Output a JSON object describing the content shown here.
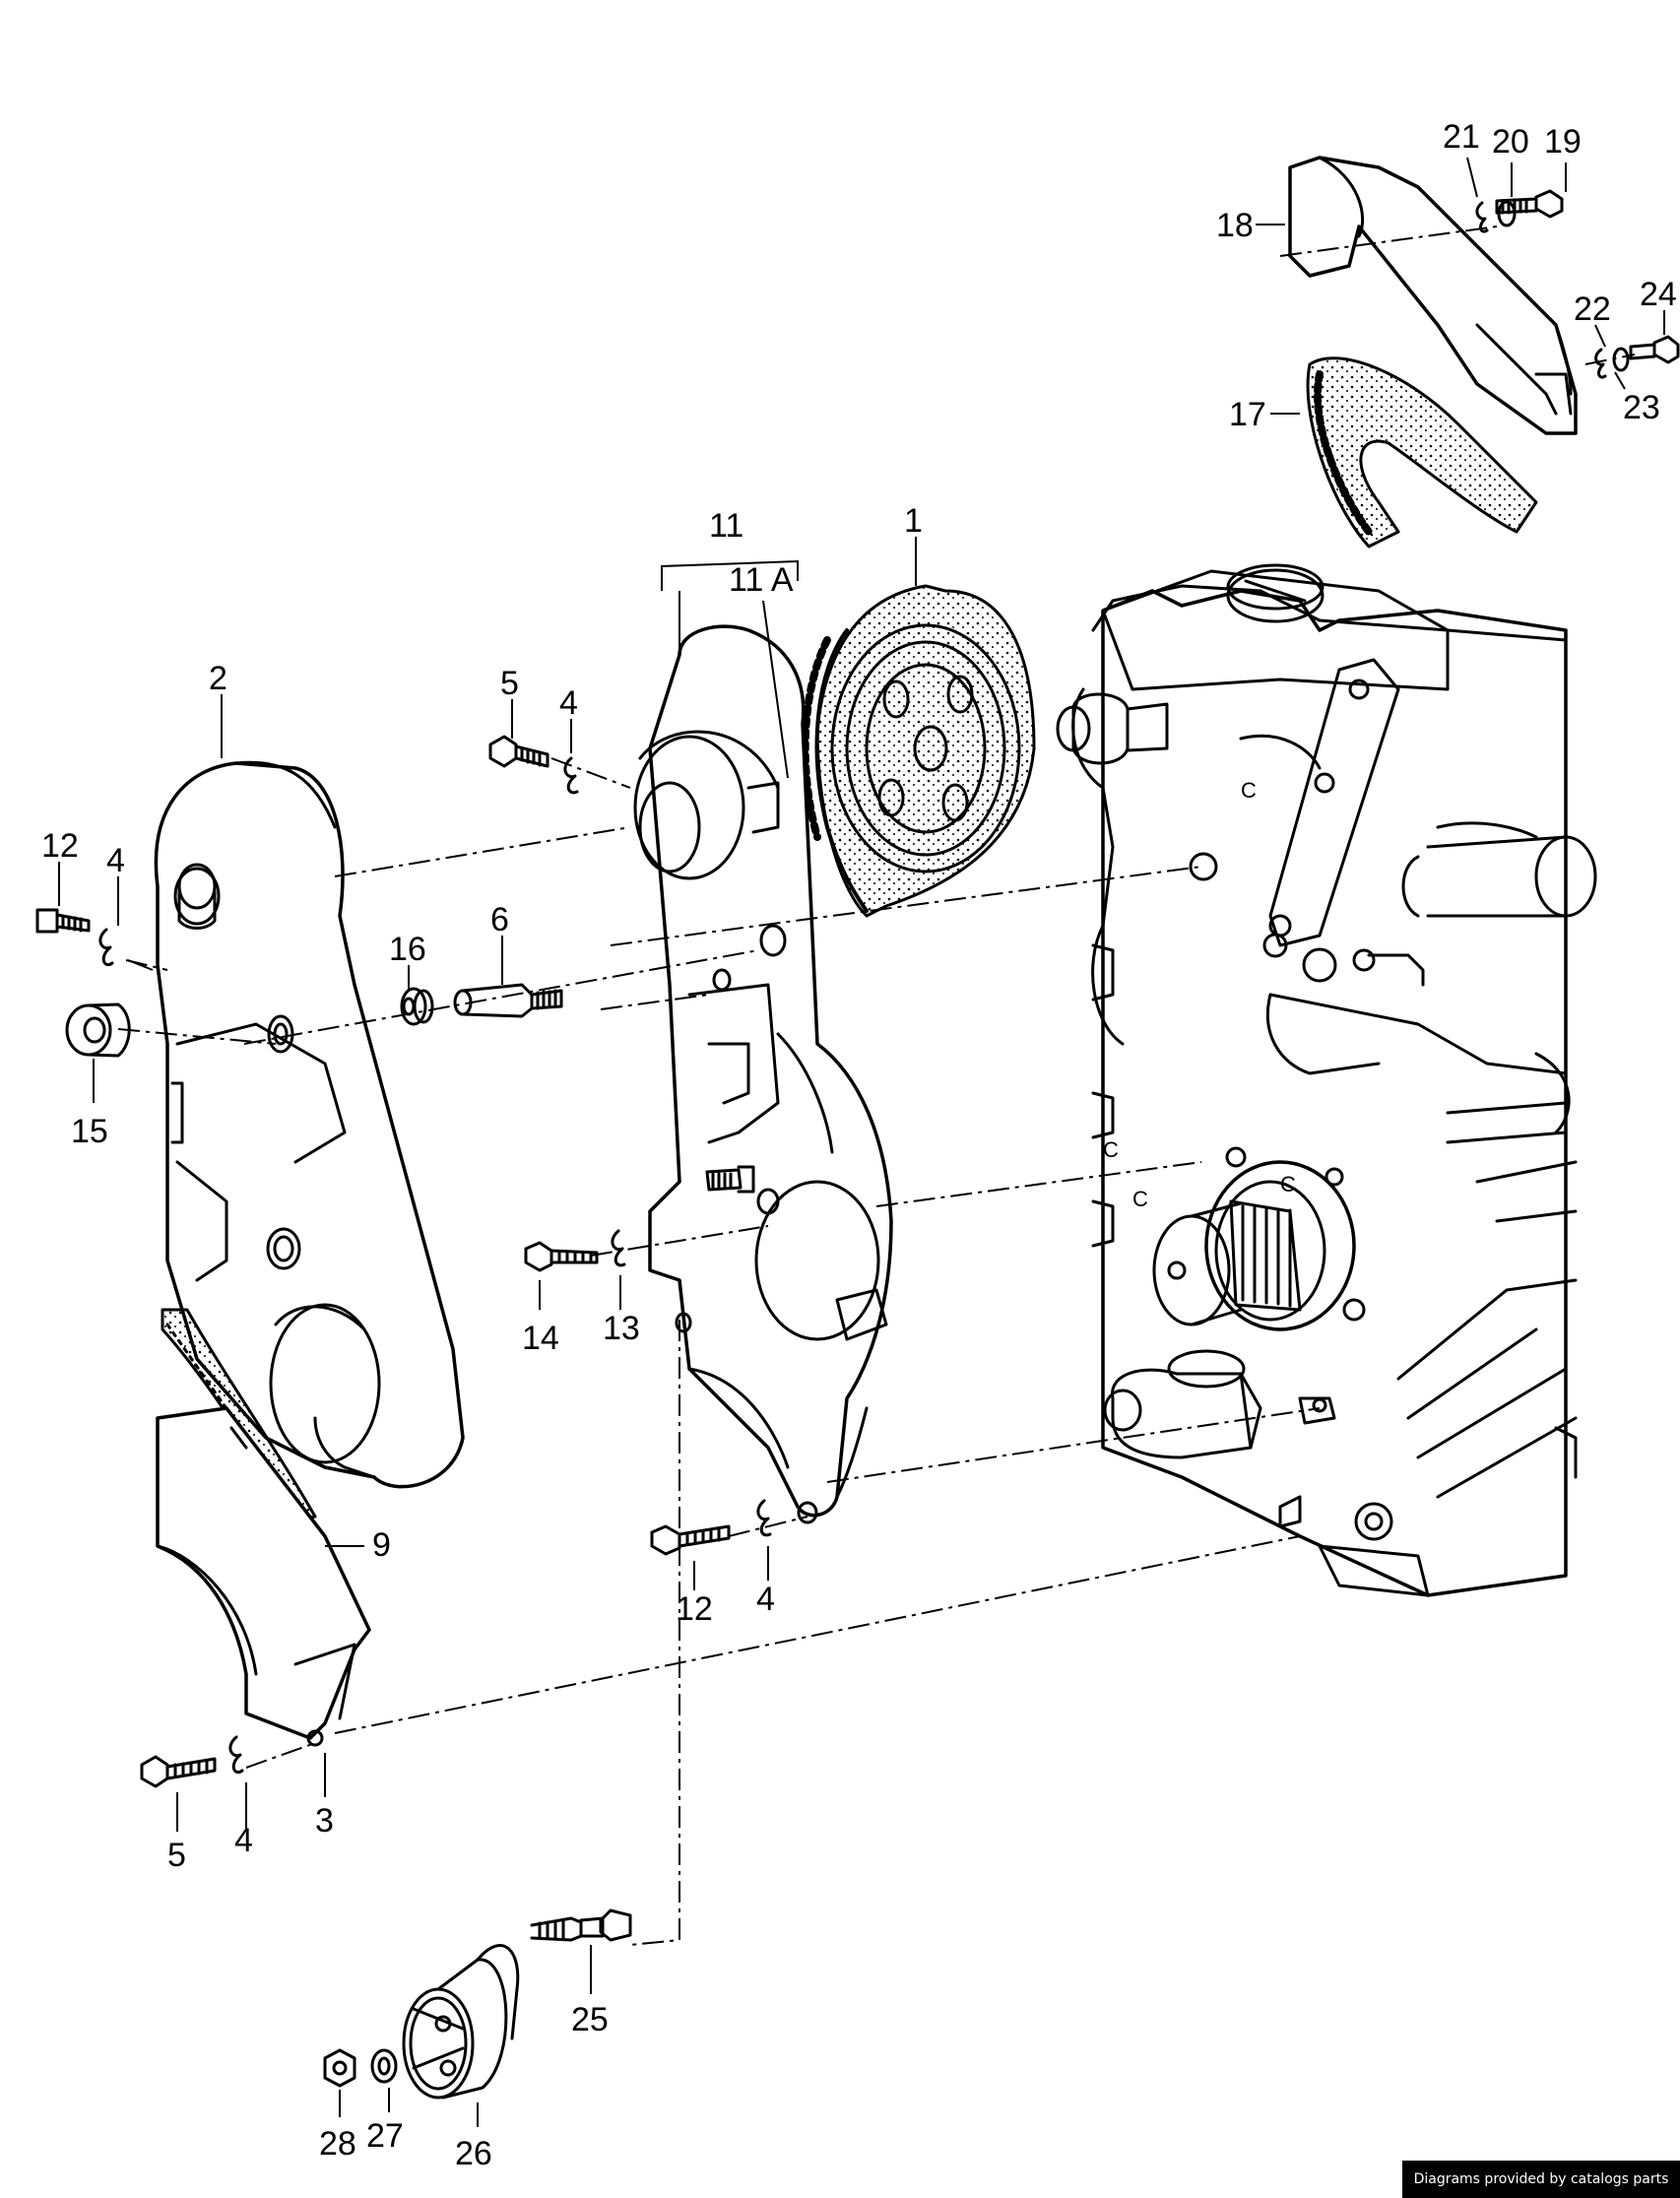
{
  "credit": "Diagrams provided by catalogs parts",
  "callouts": {
    "c1": "1",
    "c2": "2",
    "c3": "3",
    "c4a": "4",
    "c4b": "4",
    "c4c": "4",
    "c4d": "4",
    "c5a": "5",
    "c5b": "5",
    "c6": "6",
    "c9": "9",
    "c11": "11",
    "c11a": "11 A",
    "c12a": "12",
    "c12b": "12",
    "c13": "13",
    "c14": "14",
    "c15": "15",
    "c16": "16",
    "c17": "17",
    "c18": "18",
    "c19": "19",
    "c20": "20",
    "c21": "21",
    "c22": "22",
    "c23": "23",
    "c24": "24",
    "c25": "25",
    "c26": "26",
    "c27": "27",
    "c28": "28"
  }
}
